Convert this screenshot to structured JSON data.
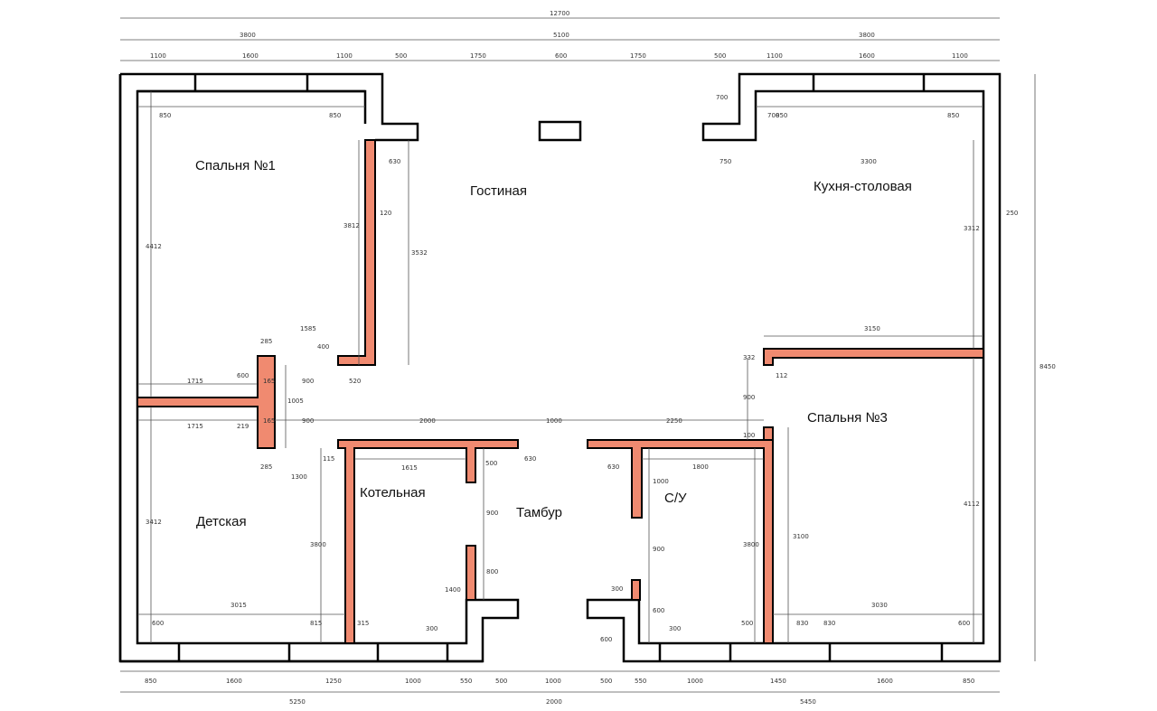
{
  "rooms": {
    "bedroom1": "Спальня №1",
    "living": "Гостиная",
    "kitchen": "Кухня-столовая",
    "bedroom3": "Спальня №3",
    "boiler": "Котельная",
    "vestibule": "Тамбур",
    "bathroom": "С/У",
    "kids": "Детская"
  },
  "dimensions": {
    "top_total": "12700",
    "top_left": "3800",
    "top_mid": "5100",
    "top_right": "3800",
    "top_seg_1": "1100",
    "top_seg_2": "1600",
    "top_seg_3": "1100",
    "top_seg_4": "500",
    "top_seg_5": "1750",
    "top_seg_6": "600",
    "top_seg_7": "1750",
    "top_seg_8": "500",
    "top_seg_9": "1100",
    "top_seg_10": "1600",
    "top_seg_11": "1100",
    "bottom_left": "5250",
    "bottom_mid": "2000",
    "bottom_right": "5450",
    "bottom_seg_1": "850",
    "bottom_seg_2": "1600",
    "bottom_seg_3": "1250",
    "bottom_seg_4": "1000",
    "bottom_seg_5": "550",
    "bottom_seg_6": "500",
    "bottom_seg_7": "1000",
    "bottom_seg_8": "500",
    "bottom_seg_9": "550",
    "bottom_seg_10": "1000",
    "bottom_seg_11": "1450",
    "bottom_seg_12": "1600",
    "bottom_seg_13": "850",
    "right_total": "8450",
    "ext_250": "250",
    "bed1_850a": "850",
    "bed1_850b": "850",
    "bed1_height": "4412",
    "bed1_inner_h": "3812",
    "bed1_120": "120",
    "bed1_630": "630",
    "living_h": "3532",
    "bed1_1585": "1585",
    "bed1_400": "400",
    "bed1_285": "285",
    "corr_520": "520",
    "corr_900a": "900",
    "corr_1715a": "1715",
    "corr_600": "600",
    "corr_165a": "165",
    "corr_1005": "1005",
    "corr_165b": "165",
    "corr_1715b": "1715",
    "corr_219": "219",
    "corr_900b": "900",
    "corr_2000": "2000",
    "corr_1000": "1000",
    "corr_2250": "2250",
    "corr_285": "285",
    "corr_1300": "1300",
    "corr_115": "115",
    "boil_1615": "1615",
    "boil_500": "500",
    "boil_630": "630",
    "bath_630": "630",
    "bath_1800": "1800",
    "bath_1000": "1000",
    "kids_3412": "3412",
    "kids_3800": "3800",
    "kids_3015": "3015",
    "kids_600": "600",
    "kids_815": "815",
    "boil_315": "315",
    "boil_900": "900",
    "boil_800": "800",
    "boil_1400": "1400",
    "boil_300": "300",
    "bath_900": "900",
    "bath_600": "600",
    "bath_300": "300",
    "bath_300b": "300",
    "bath_3800": "3800",
    "bath_500": "500",
    "vest_600": "600",
    "kit_700a": "700",
    "kit_700b": "700",
    "kit_850a": "850",
    "kit_850b": "850",
    "kit_750": "750",
    "kit_3300": "3300",
    "kit_3312": "3312",
    "kit_3150": "3150",
    "kit_332": "332",
    "kit_112": "112",
    "kit_900": "900",
    "kit_100": "100",
    "bed3_4112": "4112",
    "bed3_3100": "3100",
    "bed3_830a": "830",
    "bed3_830b": "830",
    "bed3_3030": "3030",
    "bed3_600": "600"
  },
  "colors": {
    "partition": "#f08a70",
    "wall": "#000000"
  }
}
